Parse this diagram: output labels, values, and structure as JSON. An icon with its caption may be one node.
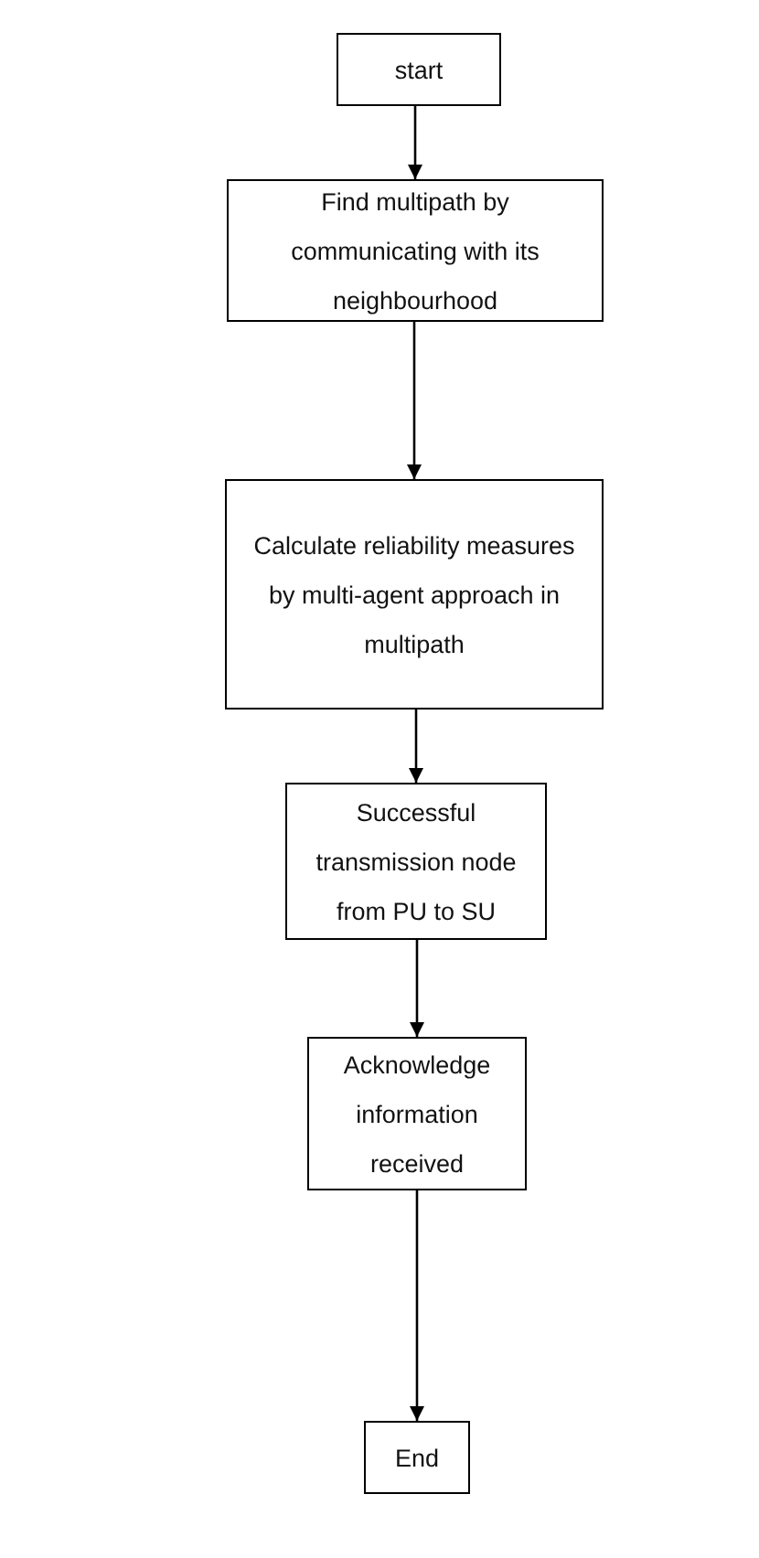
{
  "diagram": {
    "nodes": [
      {
        "text": [
          "start"
        ]
      },
      {
        "text": [
          "Find multipath by communicating with its neighbourhood"
        ]
      },
      {
        "text": [
          "Calculate reliability measures by multi-agent approach in multipath"
        ]
      },
      {
        "text": [
          "Successful transmission node from PU to SU"
        ]
      },
      {
        "text": [
          "Acknowledge information received"
        ]
      },
      {
        "text": [
          "End"
        ]
      }
    ],
    "edges": [
      {
        "from": 0,
        "to": 1,
        "arrow": "to"
      },
      {
        "from": 1,
        "to": 2,
        "arrow": "to"
      },
      {
        "from": 2,
        "to": 3,
        "arrow": "to"
      },
      {
        "from": 3,
        "to": 4,
        "arrow": "to"
      },
      {
        "from": 4,
        "to": 5,
        "arrow": "to"
      }
    ]
  }
}
